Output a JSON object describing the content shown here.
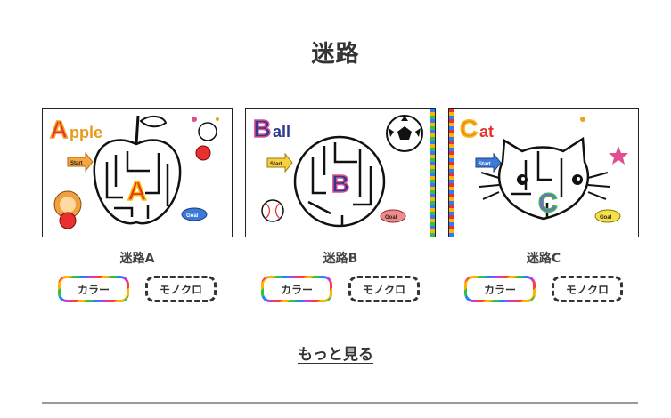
{
  "page": {
    "title": "迷路"
  },
  "mazes": [
    {
      "label": "迷路A",
      "thumb": {
        "word_letter": "A",
        "word_rest": "pple",
        "center_letter": "A",
        "start": "Start",
        "goal": "Goal"
      },
      "color_button": "カラー",
      "mono_button": "モノクロ"
    },
    {
      "label": "迷路B",
      "thumb": {
        "word_letter": "B",
        "word_rest": "all",
        "center_letter": "B",
        "start": "Start",
        "goal": "Goal"
      },
      "color_button": "カラー",
      "mono_button": "モノクロ"
    },
    {
      "label": "迷路C",
      "thumb": {
        "word_letter": "C",
        "word_rest": "at",
        "center_letter": "C",
        "start": "Start",
        "goal": "Goal"
      },
      "color_button": "カラー",
      "mono_button": "モノクロ"
    }
  ],
  "more_link": "もっと見る",
  "colors": {
    "apple_letter": "#e8312f",
    "ball_letter": "#2b3a8f",
    "cat_letter": "#f08a1c",
    "text": "#333333"
  }
}
